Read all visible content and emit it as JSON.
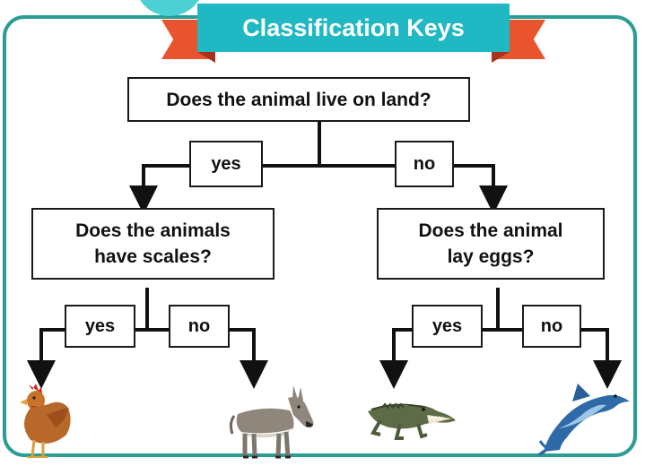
{
  "title": "Classification Keys",
  "root_question": "Does the animal live on land?",
  "left_question": "Does the animals\nhave scales?",
  "right_question": "Does the animal\nlay eggs?",
  "branch_labels": {
    "root_yes": "yes",
    "root_no": "no",
    "left_yes": "yes",
    "left_no": "no",
    "right_yes": "yes",
    "right_no": "no"
  },
  "leaves": [
    "chicken",
    "donkey",
    "crocodile",
    "dolphin"
  ],
  "colors": {
    "frame": "#2a9d94",
    "banner": "#1fb8c3",
    "ribbon": "#e8542d",
    "circle": "#4dd0d3"
  }
}
